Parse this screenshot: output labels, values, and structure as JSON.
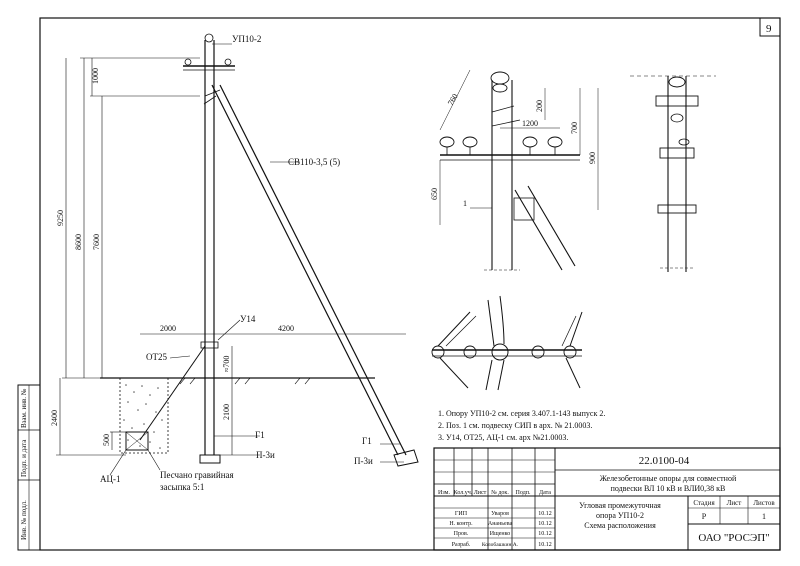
{
  "sheet_number": "9",
  "labels": {
    "up": "УП10-2",
    "brace": "СВ110-3,5 (5)",
    "u14": "У14",
    "ot25": "ОТ25",
    "g1_a": "Г1",
    "p3i_a": "П-3и",
    "g1_b": "Г1",
    "p3i_b": "П-3и",
    "atc": "АЦ-1",
    "sand_1": "Песчано гравийная",
    "sand_2": "засыпка 5:1",
    "pos1": "1"
  },
  "dims": {
    "d1000": "1000",
    "d9250": "9250",
    "d8600": "8600",
    "d7600": "7600",
    "d2000": "2000",
    "d4200": "4200",
    "d700": "≈700",
    "d2100": "2100",
    "d2400": "2400",
    "d500": "500",
    "d760": "760",
    "d200": "200",
    "d1200": "1200",
    "d700b": "700",
    "d900": "900",
    "d650": "650"
  },
  "notes": [
    "1. Опору УП10-2 см. серия 3.407.1-143 выпуск 2.",
    "2. Поз. 1 см. подвеску СИП в арх. № 21.0003.",
    "3. У14, ОТ25, АЦ-1 см. арх №21.0003."
  ],
  "title_block": {
    "code": "22.0100-04",
    "desc_1": "Железобетонные опоры для совместной",
    "desc_2": "подвески ВЛ 10 кВ и ВЛИ0,38 кВ",
    "name_1": "Угловая промежуточная",
    "name_2": "опора УП10-2",
    "name_3": "Схема расположения",
    "col_headers": [
      "Изм.",
      "Кол.уч.",
      "Лист",
      "№ док.",
      "Подп.",
      "Дата"
    ],
    "stage_label": "Стадия",
    "sheet_label": "Лист",
    "sheets_label": "Листов",
    "stage_value": "Р",
    "sheets_value": "1",
    "company": "ОАО \"РОСЭП\"",
    "roles": [
      "ГИП",
      "Н. контр.",
      "Пров.",
      "Разраб."
    ],
    "people": [
      "Уваров",
      "Ананьева",
      "Ищенко",
      "Колобашкин А."
    ],
    "dates": [
      "10.12",
      "10.12",
      "10.12",
      "10.12"
    ]
  },
  "side_stamp": [
    "Инв. № подл.",
    "Подп. и дата",
    "Взам. инв. №"
  ]
}
